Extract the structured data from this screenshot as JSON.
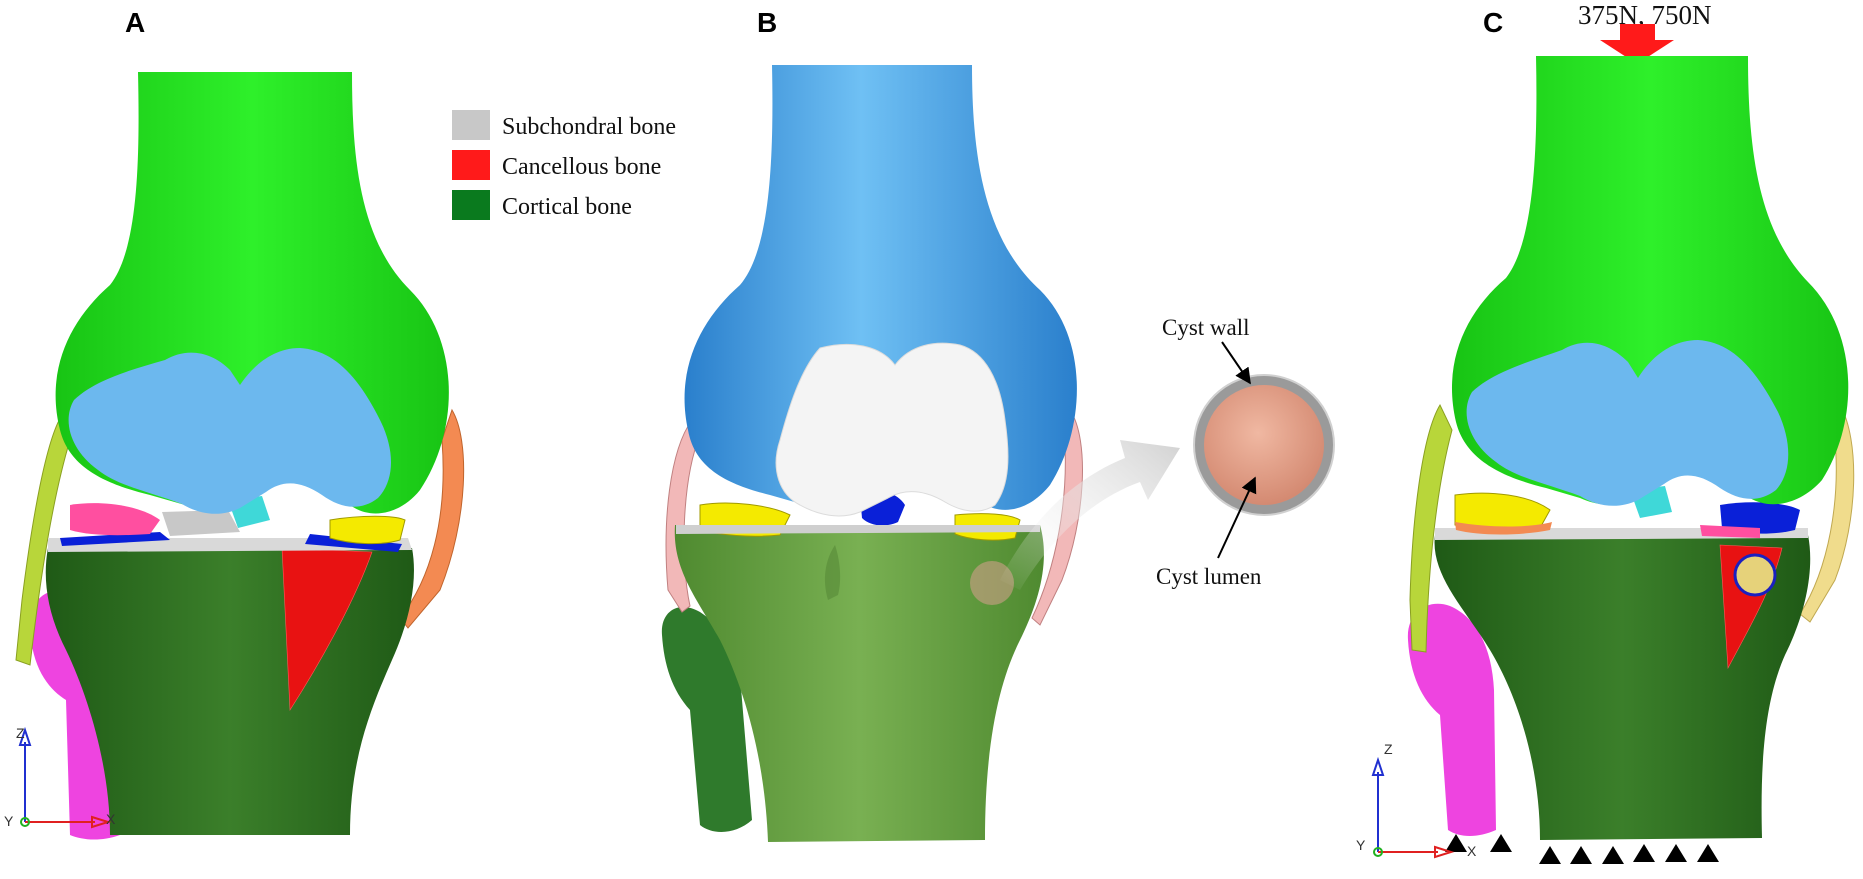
{
  "panels": [
    {
      "letter": "A"
    },
    {
      "letter": "B"
    },
    {
      "letter": "C"
    }
  ],
  "legend": [
    {
      "label": "Subchondral bone",
      "color": "#c8c8c8"
    },
    {
      "label": "Cancellous bone",
      "color": "#ff1a1a"
    },
    {
      "label": "Cortical bone",
      "color": "#0a7a1e"
    }
  ],
  "cyst": {
    "wall_label": "Cyst wall",
    "lumen_label": "Cyst lumen"
  },
  "load": {
    "label": "375N, 750N",
    "arrow_color": "#ff1a1a"
  },
  "axes": {
    "z": "Z",
    "x": "X",
    "y": "Y"
  },
  "colors": {
    "femur_green": "#22e61e",
    "femur_blue": "#2f8fdc",
    "cartilage_blue": "#6cb8ee",
    "tibia_green": "#2f6f22",
    "tibia_mesh": "#5f9c3c",
    "fibula_magenta": "#ee44e0",
    "fibula_darkgreen": "#2f7a2c",
    "meniscus_yellow": "#f4ea00",
    "pink": "#ff4fa0",
    "cyan": "#3fd8d8",
    "blue": "#0a20d8",
    "ligament_yellow": "#b8d63a",
    "ligament_orange": "#f38a52",
    "ligament_pink": "#f2b8b8",
    "ligament_cream": "#f0dc8c",
    "cyst_lumen": "#e8a790",
    "cyst_wall": "#9a9a9a"
  }
}
